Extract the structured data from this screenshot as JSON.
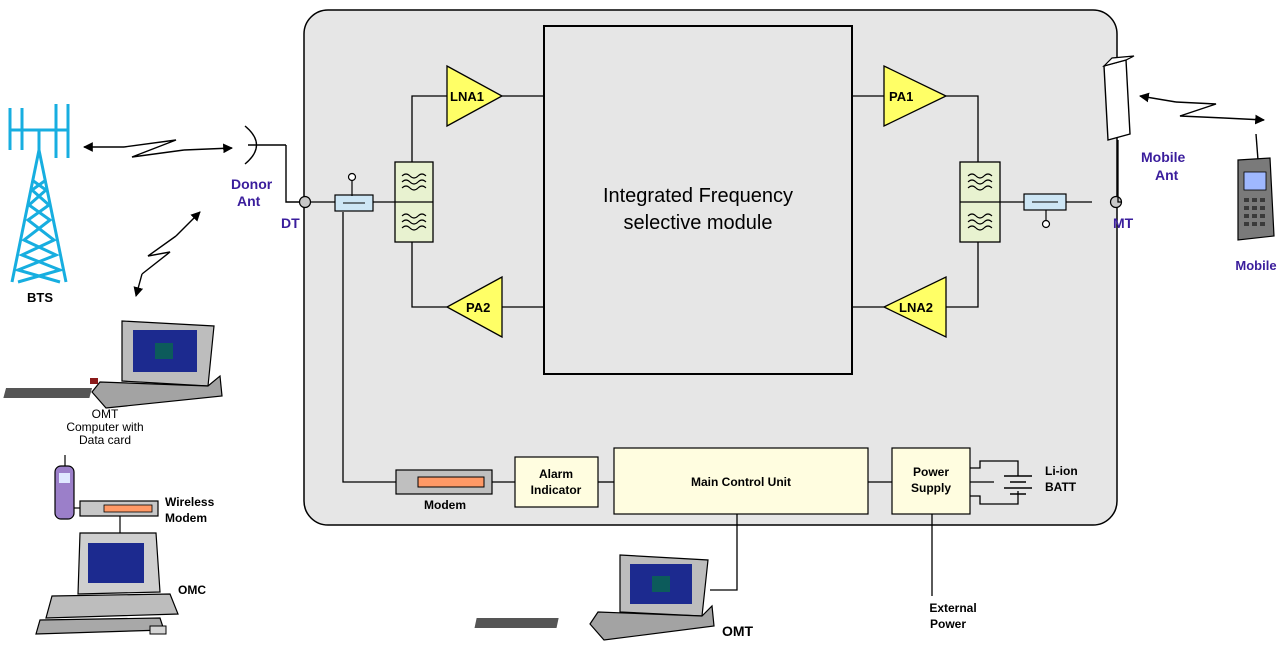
{
  "labels": {
    "bts": "BTS",
    "donor_ant_1": "Donor",
    "donor_ant_2": "Ant",
    "dt": "DT",
    "mt": "MT",
    "mobile_ant_1": "Mobile",
    "mobile_ant_2": "Ant",
    "mobile": "Mobile",
    "lna1": "LNA1",
    "lna2": "LNA2",
    "pa1": "PA1",
    "pa2": "PA2",
    "module_1": "Integrated Frequency",
    "module_2": "selective module",
    "modem": "Modem",
    "alarm_1": "Alarm",
    "alarm_2": "Indicator",
    "mcu": "Main Control Unit",
    "power_1": "Power",
    "power_2": "Supply",
    "batt_1": "Li-ion",
    "batt_2": "BATT",
    "omt_laptop_1": "OMT",
    "omt_laptop_2": "Computer with",
    "omt_laptop_3": "Data card",
    "wireless_modem_1": "Wireless",
    "wireless_modem_2": "Modem",
    "omc": "OMC",
    "omt_bottom": "OMT",
    "ext_power_1": "External",
    "ext_power_2": "Power"
  },
  "colors": {
    "panel_fill": "#e6e6e6",
    "amp_fill": "#ffff66",
    "filter_fill": "#e8f2d0",
    "coupler_fill": "#cde6f5",
    "box_fill": "#fffde0",
    "tower_color": "#17aee0",
    "label_blue": "#3a1d9c",
    "modem_strip": "#ff9966"
  }
}
